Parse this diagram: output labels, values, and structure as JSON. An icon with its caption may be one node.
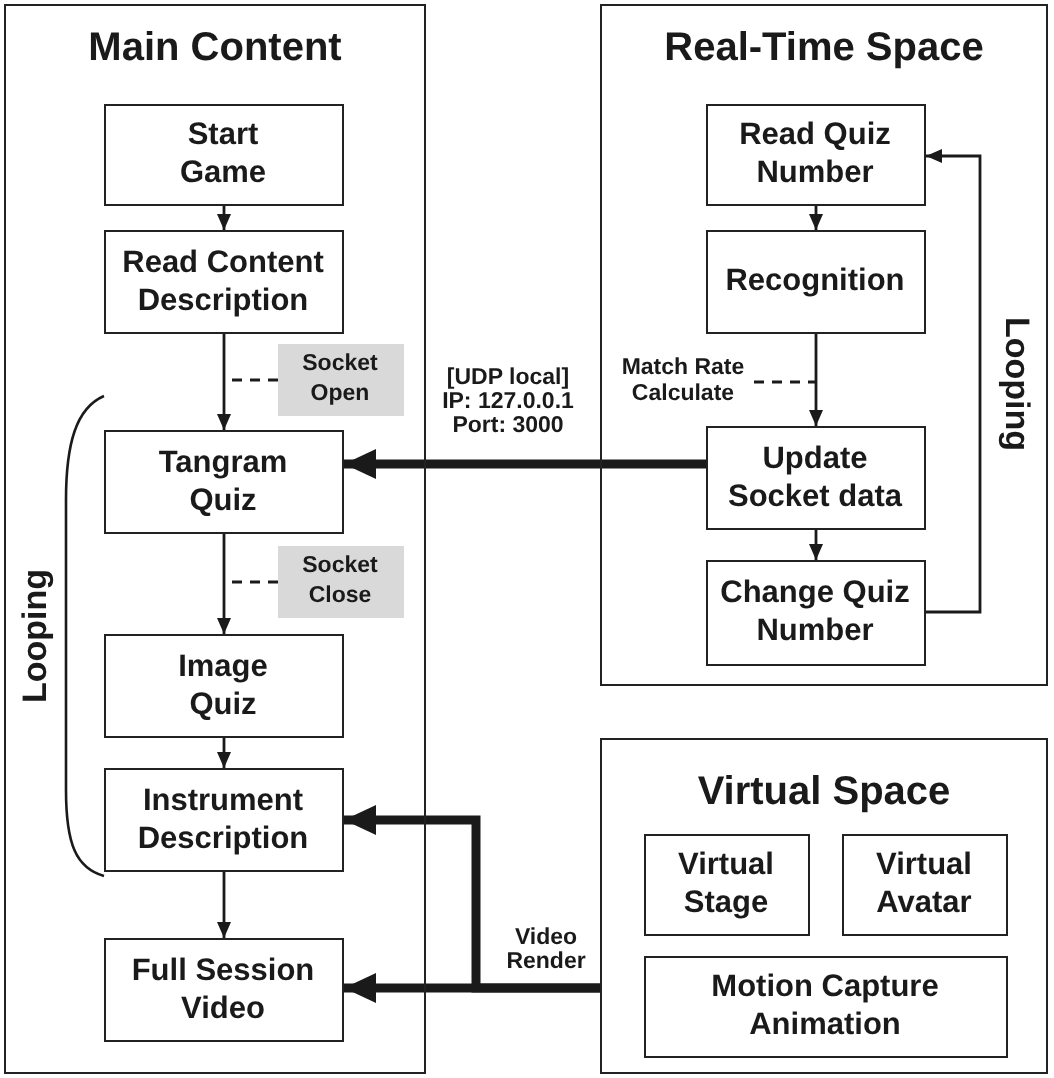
{
  "diagram": {
    "nodes": [
      {
        "text": [
          "Main Content"
        ]
      },
      {
        "text": [
          "Start Game"
        ],
        "in": 0
      },
      {
        "text": [
          "Read Content Description"
        ],
        "in": 0
      },
      {
        "text": [
          "Socket Open"
        ],
        "in": 0
      },
      {
        "text": [
          "Tangram Quiz"
        ],
        "in": 0
      },
      {
        "text": [
          "Socket Close"
        ],
        "in": 0
      },
      {
        "text": [
          "Image Quiz"
        ],
        "in": 0
      },
      {
        "text": [
          "Instrument Description"
        ],
        "in": 0
      },
      {
        "text": [
          "Full Session Video"
        ],
        "in": 0
      },
      {
        "text": [
          "Real-Time Space"
        ]
      },
      {
        "text": [
          "Read Quiz Number"
        ],
        "in": 9
      },
      {
        "text": [
          "Recognition"
        ],
        "in": 9
      },
      {
        "text": [
          "Match Rate Calculate"
        ],
        "in": 9
      },
      {
        "text": [
          "Update Socket data"
        ],
        "in": 9
      },
      {
        "text": [
          "Change Quiz Number"
        ],
        "in": 9
      },
      {
        "text": [
          "Virtual Space"
        ]
      },
      {
        "text": [
          "Virtual Stage"
        ],
        "in": 15
      },
      {
        "text": [
          "Virtual Avatar"
        ],
        "in": 15
      },
      {
        "text": [
          "Motion Capture Animation"
        ],
        "in": 15
      }
    ],
    "edges": [
      {
        "from": 1,
        "to": 2,
        "arrow": "to"
      },
      {
        "from": 2,
        "to": 4,
        "arrow": "to"
      },
      {
        "from": 4,
        "to": 6,
        "arrow": "to"
      },
      {
        "from": 6,
        "to": 7,
        "arrow": "to"
      },
      {
        "from": 7,
        "to": 8,
        "arrow": "to"
      },
      {
        "from": 3,
        "to": null,
        "arrow": "none",
        "style": "dashed"
      },
      {
        "from": 5,
        "to": null,
        "arrow": "none",
        "style": "dashed"
      },
      {
        "from": 10,
        "to": 11,
        "arrow": "to"
      },
      {
        "from": 11,
        "to": 13,
        "arrow": "to"
      },
      {
        "from": 13,
        "to": 14,
        "arrow": "to"
      },
      {
        "from": 14,
        "to": 10,
        "arrow": "to"
      },
      {
        "from": 12,
        "to": null,
        "arrow": "none",
        "style": "dashed"
      },
      {
        "from": 13,
        "to": 4,
        "arrow": "to",
        "style": "thick",
        "label": "[UDP local] IP: 127.0.0.1 Port: 3000"
      },
      {
        "from": 15,
        "to": 7,
        "arrow": "to",
        "style": "thick"
      },
      {
        "from": 15,
        "to": 8,
        "arrow": "to",
        "style": "thick",
        "label": "Video Render"
      }
    ],
    "labels": [
      "Looping",
      "Looping"
    ]
  }
}
